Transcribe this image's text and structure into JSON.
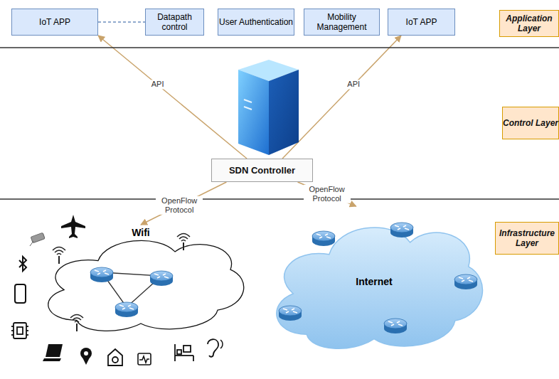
{
  "diagram": {
    "nodes": [
      {
        "text": [
          "IoT APP"
        ]
      },
      {
        "text": [
          "Datapath control"
        ]
      },
      {
        "text": [
          "User Authentication"
        ]
      },
      {
        "text": [
          "Mobility Management"
        ]
      },
      {
        "text": [
          "IoT APP"
        ]
      },
      {
        "text": [
          "Application Layer"
        ]
      },
      {
        "text": [
          "Control Layer"
        ]
      },
      {
        "text": [
          "SDN Controller"
        ]
      },
      {
        "text": [
          "Wifi"
        ]
      },
      {
        "text": [
          "Internet"
        ]
      },
      {
        "text": [
          "Infrastructure Layer"
        ]
      }
    ],
    "edges": [
      {
        "from": 0,
        "to": 1,
        "arrow": "none"
      },
      {
        "from": 7,
        "to": 0,
        "label": "API",
        "arrow": "to"
      },
      {
        "from": 7,
        "to": 4,
        "label": "API",
        "arrow": "to"
      },
      {
        "from": 7,
        "to": 8,
        "label": "OpenFlow Protocol",
        "arrow": "to"
      },
      {
        "from": 7,
        "to": 9,
        "label": "OpenFlow Protocol",
        "arrow": "to"
      }
    ]
  }
}
